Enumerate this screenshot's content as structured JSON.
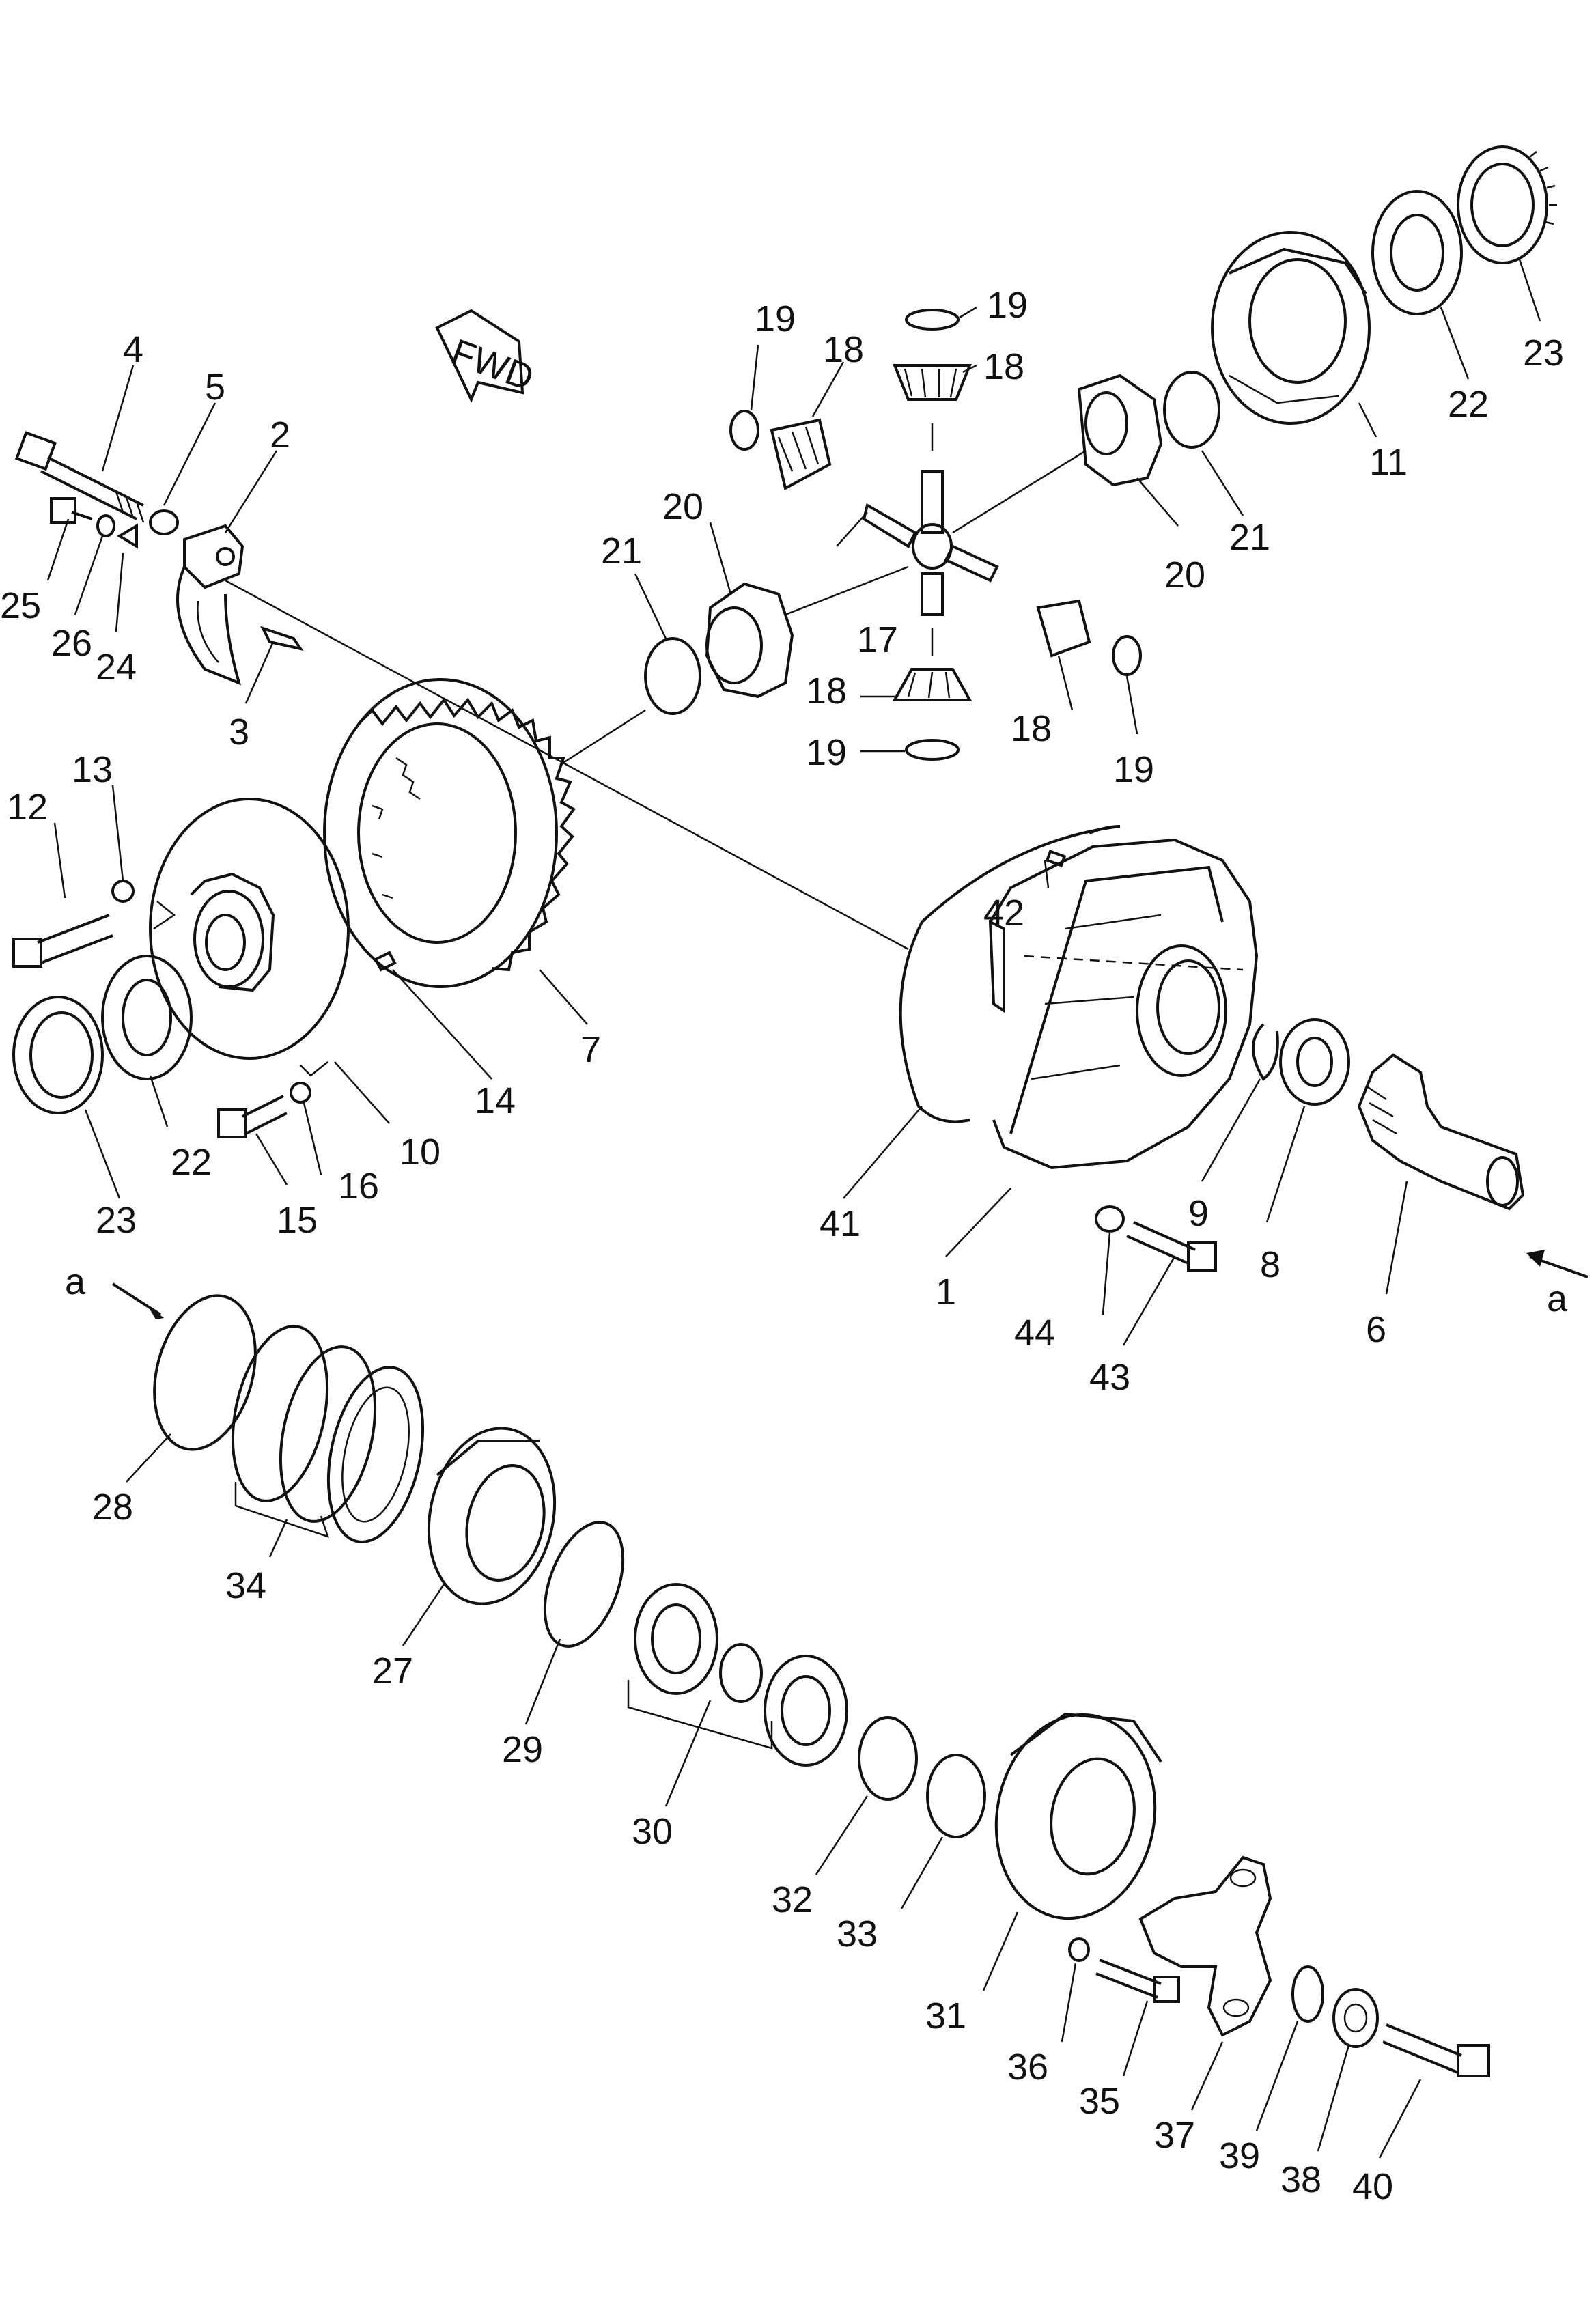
{
  "diagram": {
    "direction_badge": "FWD",
    "connector_a_left": "a",
    "connector_a_right": "a",
    "labels": {
      "p1": "1",
      "p2": "2",
      "p3": "3",
      "p4": "4",
      "p5": "5",
      "p6": "6",
      "p7": "7",
      "p8": "8",
      "p9": "9",
      "p10": "10",
      "p11": "11",
      "p12": "12",
      "p13": "13",
      "p14": "14",
      "p15": "15",
      "p16": "16",
      "p17": "17",
      "p18a": "18",
      "p18b": "18",
      "p18c": "18",
      "p18d": "18",
      "p19a": "19",
      "p19b": "19",
      "p19c": "19",
      "p19d": "19",
      "p20a": "20",
      "p20b": "20",
      "p21a": "21",
      "p21b": "21",
      "p22a": "22",
      "p22b": "22",
      "p23a": "23",
      "p23b": "23",
      "p24": "24",
      "p25": "25",
      "p26": "26",
      "p27": "27",
      "p28": "28",
      "p29": "29",
      "p30": "30",
      "p31": "31",
      "p32": "32",
      "p33": "33",
      "p34": "34",
      "p35": "35",
      "p36": "36",
      "p37": "37",
      "p38": "38",
      "p39": "39",
      "p40": "40",
      "p41": "41",
      "p42": "42",
      "p43": "43",
      "p44": "44"
    }
  }
}
